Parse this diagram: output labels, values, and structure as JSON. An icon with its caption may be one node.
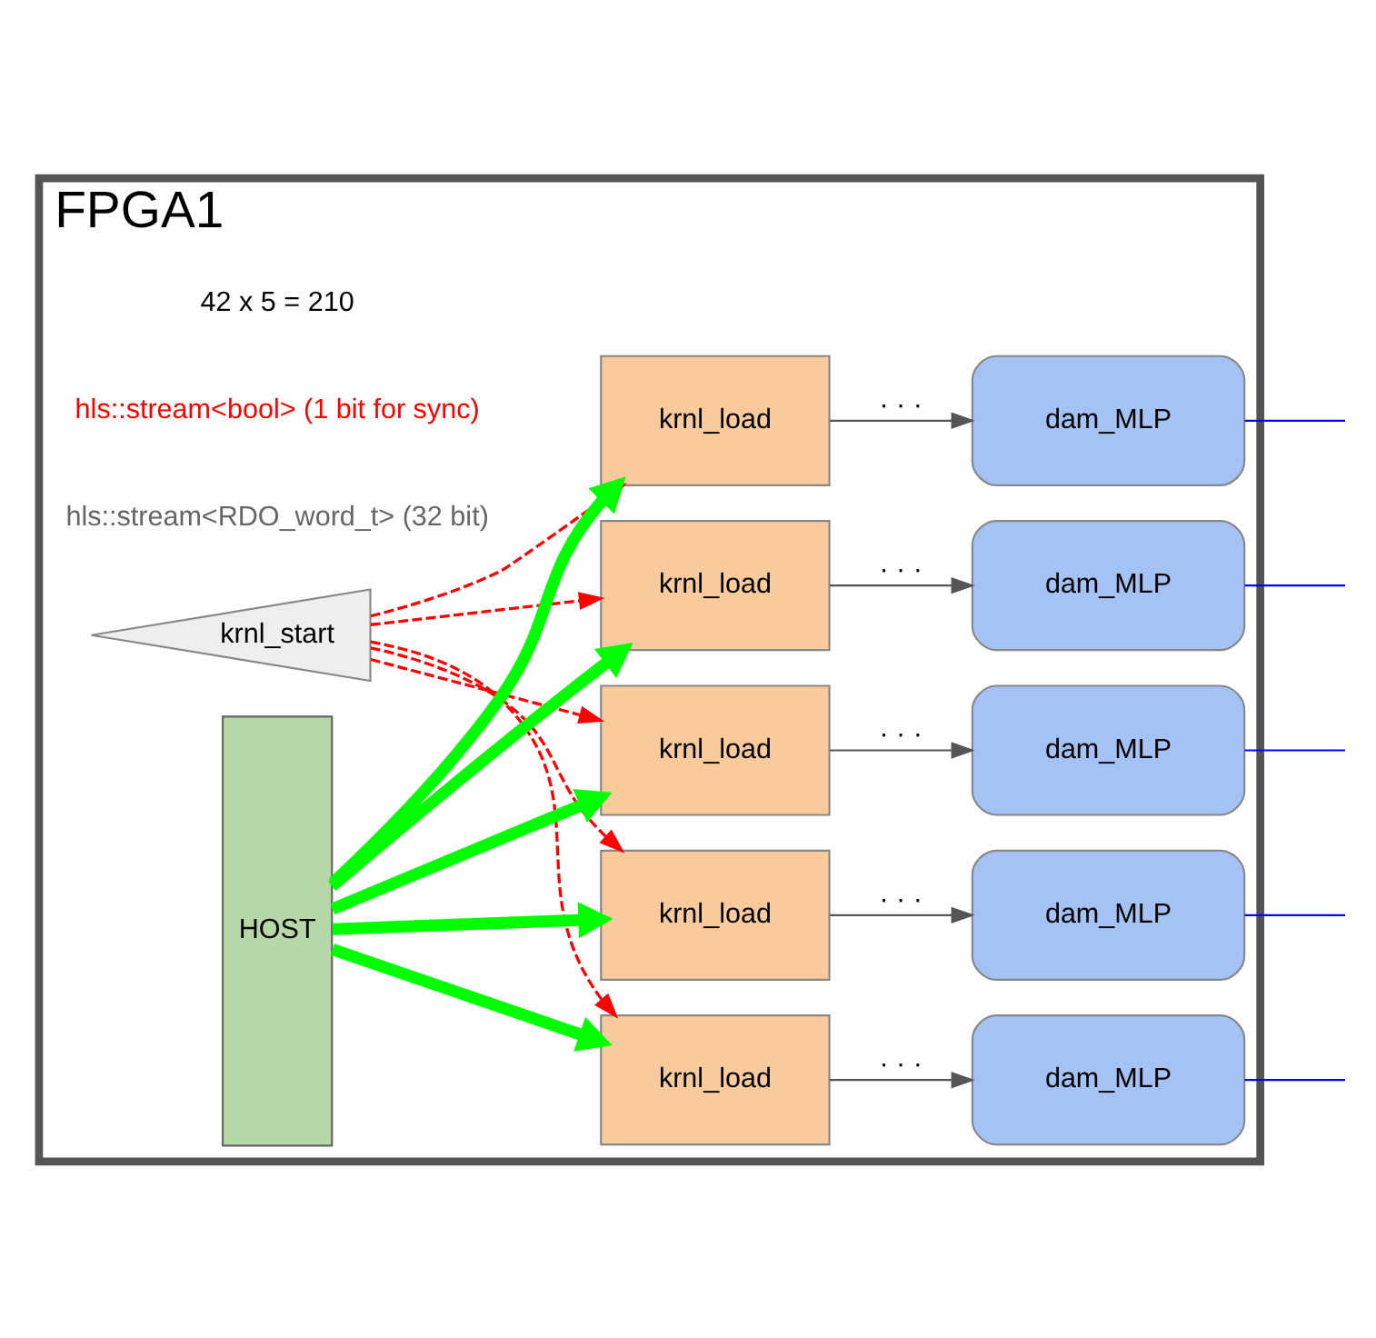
{
  "diagram": {
    "nodes": [
      {
        "text": [
          "FPGA1"
        ]
      },
      {
        "text": [
          "krnl_start"
        ],
        "in": 0
      },
      {
        "text": [
          "HOST"
        ],
        "in": 0
      },
      {
        "text": [
          "krnl_load"
        ],
        "in": 0
      },
      {
        "text": [
          "krnl_load"
        ],
        "in": 0
      },
      {
        "text": [
          "krnl_load"
        ],
        "in": 0
      },
      {
        "text": [
          "krnl_load"
        ],
        "in": 0
      },
      {
        "text": [
          "krnl_load"
        ],
        "in": 0
      },
      {
        "text": [
          "dam_MLP"
        ],
        "in": 0
      },
      {
        "text": [
          "dam_MLP"
        ],
        "in": 0
      },
      {
        "text": [
          "dam_MLP"
        ],
        "in": 0
      },
      {
        "text": [
          "dam_MLP"
        ],
        "in": 0
      },
      {
        "text": [
          "dam_MLP"
        ],
        "in": 0
      }
    ],
    "edges": [
      {
        "from": 1,
        "to": 3,
        "arrow": "to",
        "style": "dashed",
        "color": "#ff0000"
      },
      {
        "from": 1,
        "to": 4,
        "arrow": "to",
        "style": "dashed",
        "color": "#ff0000"
      },
      {
        "from": 1,
        "to": 5,
        "arrow": "to",
        "style": "dashed",
        "color": "#ff0000"
      },
      {
        "from": 1,
        "to": 6,
        "arrow": "to",
        "style": "dashed",
        "color": "#ff0000"
      },
      {
        "from": 1,
        "to": 7,
        "arrow": "to",
        "style": "dashed",
        "color": "#ff0000"
      },
      {
        "from": 2,
        "to": 3,
        "arrow": "to",
        "style": "thick",
        "color": "#00ff00"
      },
      {
        "from": 2,
        "to": 4,
        "arrow": "to",
        "style": "thick",
        "color": "#00ff00"
      },
      {
        "from": 2,
        "to": 5,
        "arrow": "to",
        "style": "thick",
        "color": "#00ff00"
      },
      {
        "from": 2,
        "to": 6,
        "arrow": "to",
        "style": "thick",
        "color": "#00ff00"
      },
      {
        "from": 2,
        "to": 7,
        "arrow": "to",
        "style": "thick",
        "color": "#00ff00"
      },
      {
        "from": 3,
        "to": 8,
        "arrow": "to",
        "label": "· · ·",
        "color": "#555555"
      },
      {
        "from": 4,
        "to": 9,
        "arrow": "to",
        "label": "· · ·",
        "color": "#555555"
      },
      {
        "from": 5,
        "to": 10,
        "arrow": "to",
        "label": "· · ·",
        "color": "#555555"
      },
      {
        "from": 6,
        "to": 11,
        "arrow": "to",
        "label": "· · ·",
        "color": "#555555"
      },
      {
        "from": 7,
        "to": 12,
        "arrow": "to",
        "label": "· · ·",
        "color": "#555555"
      },
      {
        "from": 8,
        "to": null,
        "arrow": "none",
        "color": "#0000ff"
      },
      {
        "from": 9,
        "to": null,
        "arrow": "none",
        "color": "#0000ff"
      },
      {
        "from": 10,
        "to": null,
        "arrow": "none",
        "color": "#0000ff"
      },
      {
        "from": 11,
        "to": null,
        "arrow": "none",
        "color": "#0000ff"
      },
      {
        "from": 12,
        "to": null,
        "arrow": "none",
        "color": "#0000ff"
      }
    ],
    "labels": [
      "42 x 5 = 210",
      "hls::stream<bool> (1 bit for sync)",
      "hls::stream<RDO_word_t> (32 bit)"
    ]
  }
}
